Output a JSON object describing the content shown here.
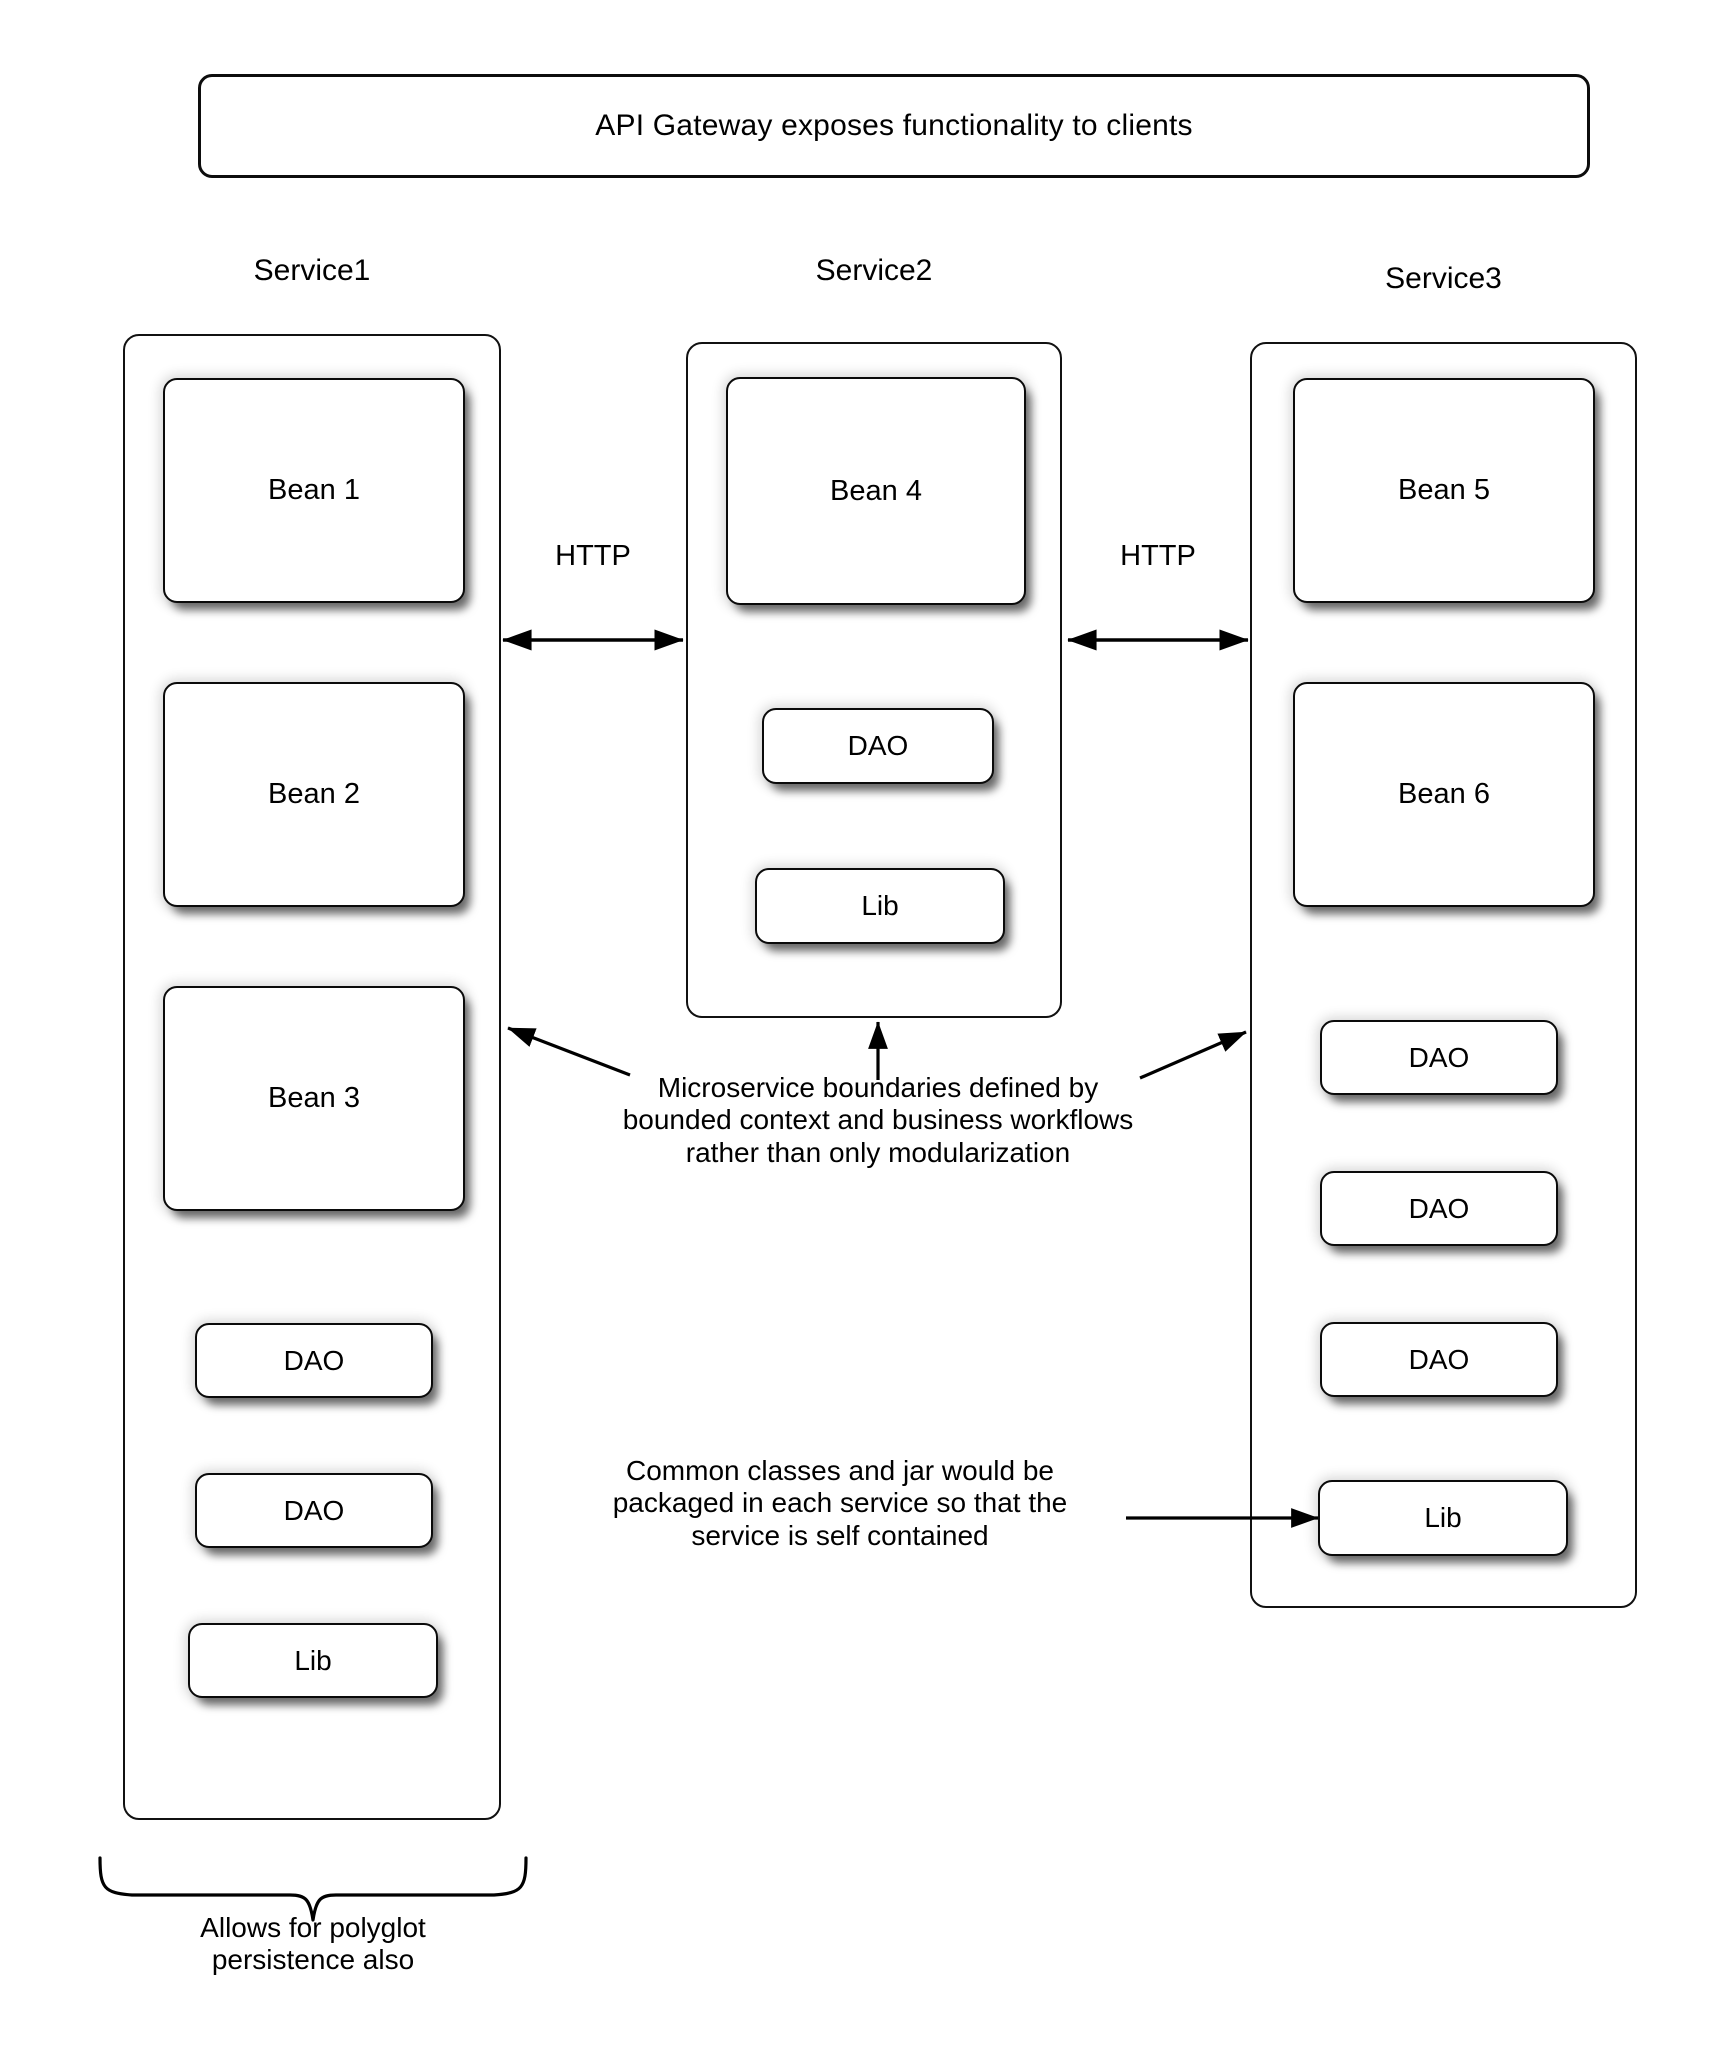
{
  "banner": {
    "text": "API Gateway exposes functionality to clients"
  },
  "services": [
    {
      "name": "service1",
      "caption": "Service1",
      "components": [
        {
          "label": "Bean 1",
          "kind": "bean"
        },
        {
          "label": "Bean 2",
          "kind": "bean"
        },
        {
          "label": "Bean 3",
          "kind": "bean"
        },
        {
          "label": "DAO",
          "kind": "dao"
        },
        {
          "label": "DAO",
          "kind": "dao"
        },
        {
          "label": "Lib",
          "kind": "lib"
        }
      ]
    },
    {
      "name": "service2",
      "caption": "Service2",
      "components": [
        {
          "label": "Bean 4",
          "kind": "bean"
        },
        {
          "label": "DAO",
          "kind": "dao"
        },
        {
          "label": "Lib",
          "kind": "lib"
        }
      ]
    },
    {
      "name": "service3",
      "caption": "Service3",
      "components": [
        {
          "label": "Bean 5",
          "kind": "bean"
        },
        {
          "label": "Bean 6",
          "kind": "bean"
        },
        {
          "label": "DAO",
          "kind": "dao"
        },
        {
          "label": "DAO",
          "kind": "dao"
        },
        {
          "label": "DAO",
          "kind": "dao"
        },
        {
          "label": "Lib",
          "kind": "lib"
        }
      ]
    }
  ],
  "connectors": [
    {
      "name": "http-service1-service2",
      "label": "HTTP"
    },
    {
      "name": "http-service2-service3",
      "label": "HTTP"
    }
  ],
  "annotations": {
    "boundaries": "Microservice boundaries defined by\nbounded context and business workflows\nrather than only modularization",
    "common_jar": "Common classes and jar would be\npackaged in each service so that the\nservice is self contained",
    "polyglot": "Allows for polyglot\npersistence also"
  },
  "colors": {
    "stroke": "#0d0d0d",
    "fill": "#ffffff",
    "text": "#000000",
    "shadow": "rgba(0,0,0,0.55)"
  }
}
